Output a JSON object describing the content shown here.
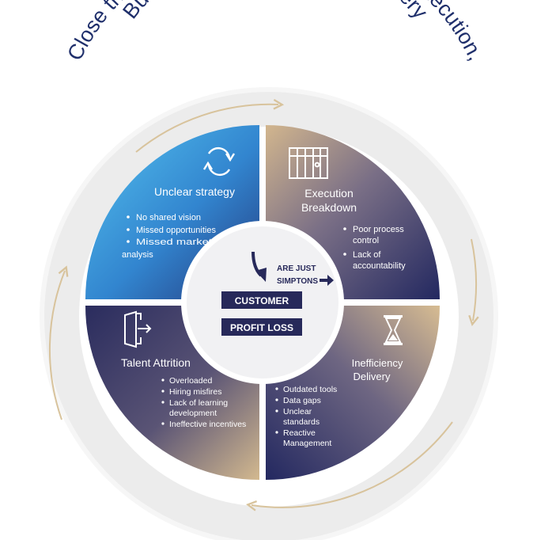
{
  "title": {
    "line1": "Close the Gaps: Refine Strategy, Perfect Execution,",
    "line2": "Build Talent, and Optimize Delivery"
  },
  "center": {
    "note_line1": "ARE JUST",
    "note_line2": "SIMPTONS",
    "box1": "CUSTOMER",
    "box2": "PROFIT LOSS"
  },
  "quadrants": [
    {
      "key": "strategy",
      "icon": "cycle-arrows-icon",
      "title": [
        "Unclear strategy"
      ],
      "bullets": [
        "No shared vision",
        "Missed opportunities",
        "Missed market"
      ],
      "tail": "analysis"
    },
    {
      "key": "execution",
      "icon": "jail-bars-icon",
      "title": [
        "Execution",
        "Breakdown"
      ],
      "bullets": [
        [
          "Poor process",
          "control"
        ],
        [
          "Lack of",
          "accountability"
        ]
      ]
    },
    {
      "key": "talent",
      "icon": "exit-door-icon",
      "title": [
        "Talent Attrition"
      ],
      "bullets": [
        [
          "Overloaded"
        ],
        [
          "Hiring misfires"
        ],
        [
          "Lack of learning",
          "development"
        ],
        [
          "Ineffective incentives"
        ]
      ]
    },
    {
      "key": "delivery",
      "icon": "hourglass-icon",
      "title": [
        "Inefficiency",
        "Delivery"
      ],
      "bullets": [
        [
          "Outdated tools"
        ],
        [
          "Data gaps"
        ],
        [
          "Unclear",
          "standards"
        ],
        [
          "Reactive",
          "Management"
        ]
      ]
    }
  ],
  "colors": {
    "title": "#1f2f6b",
    "navy": "#27295a",
    "blue": "#3a8fd6",
    "gold": "#c9a97a",
    "ring": "#efefef",
    "arrow": "#d8c39c"
  }
}
